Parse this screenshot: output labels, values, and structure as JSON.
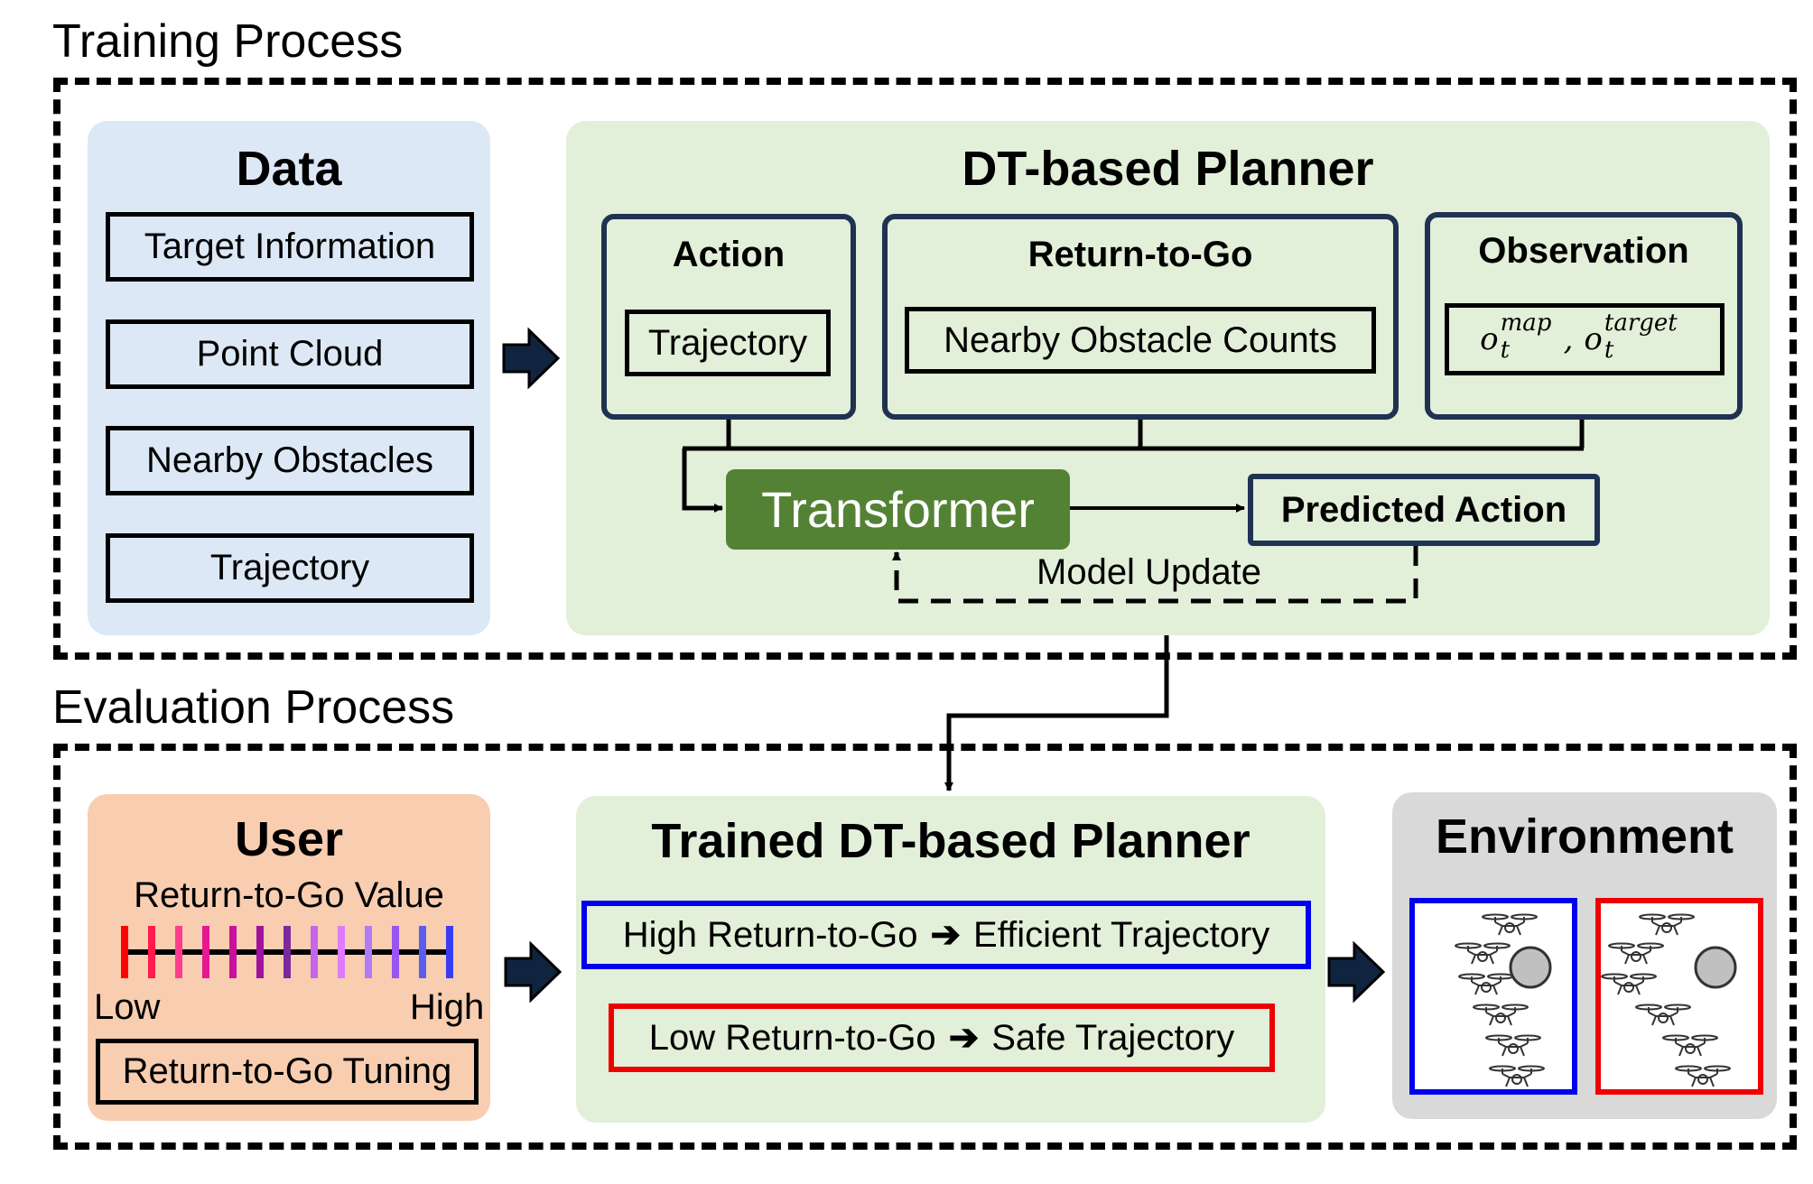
{
  "training": {
    "title": "Training Process",
    "data_panel": {
      "title": "Data",
      "items": [
        "Target Information",
        "Point Cloud",
        "Nearby Obstacles",
        "Trajectory"
      ]
    },
    "planner_panel": {
      "title": "DT-based Planner",
      "action": {
        "title": "Action",
        "item": "Trajectory"
      },
      "return_to_go": {
        "title": "Return-to-Go",
        "item": "Nearby Obstacle Counts"
      },
      "observation": {
        "title": "Observation",
        "obs1_base": "o",
        "obs1_sup": "map",
        "obs1_sub": "t",
        "sep": ",",
        "obs2_base": "o",
        "obs2_sup": "target",
        "obs2_sub": "t"
      },
      "transformer": "Transformer",
      "predicted_action": "Predicted Action",
      "model_update": "Model Update"
    }
  },
  "evaluation": {
    "title": "Evaluation Process",
    "user_panel": {
      "title": "User",
      "rtg_value_label": "Return-to-Go Value",
      "low_label": "Low",
      "high_label": "High",
      "tuning": "Return-to-Go Tuning",
      "tick_colors": [
        "#ff0000",
        "#ff1a4b",
        "#ff3d8f",
        "#e6198f",
        "#c8109c",
        "#a0129f",
        "#7a2a9a",
        "#c765e8",
        "#e07aff",
        "#b07cf5",
        "#9955ee",
        "#5a5ef0",
        "#3a3cf5"
      ]
    },
    "trained_planner": {
      "title": "Trained DT-based Planner",
      "high_line": {
        "left": "High Return-to-Go",
        "right": "Efficient Trajectory"
      },
      "low_line": {
        "left": "Low Return-to-Go",
        "right": "Safe Trajectory"
      }
    },
    "environment": {
      "title": "Environment"
    }
  },
  "colors": {
    "navy": "#1f3252",
    "transformer_green": "#548235",
    "high_border": "#0000ee",
    "low_border": "#ee0000"
  }
}
